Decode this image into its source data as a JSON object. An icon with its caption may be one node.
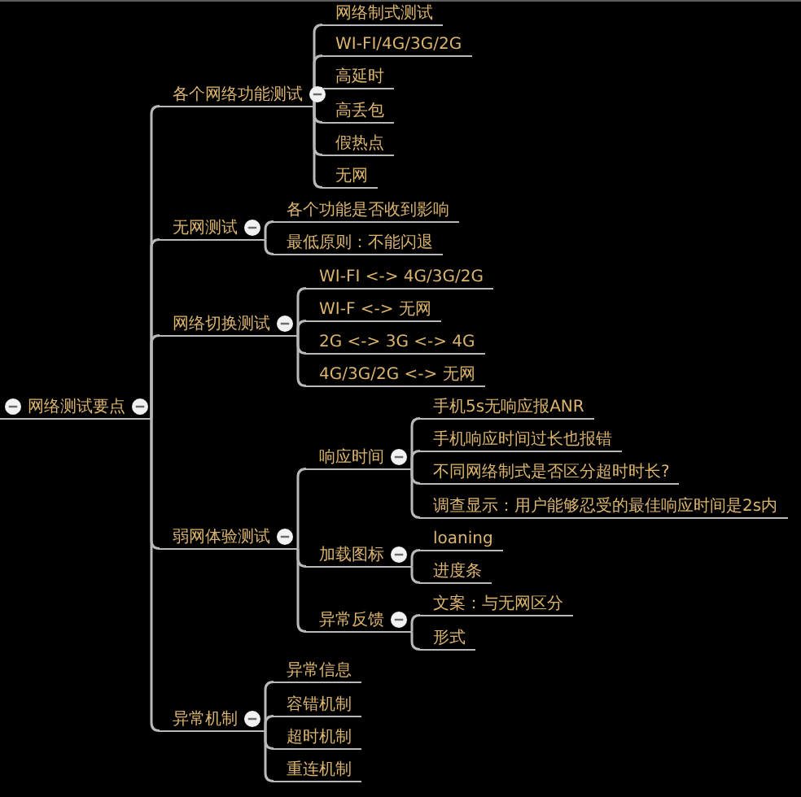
{
  "diagram": {
    "nodes": [
      {
        "text": [
          "网络测试要点"
        ]
      },
      {
        "text": [
          "各个网络功能测试"
        ]
      },
      {
        "text": [
          "网络制式测试"
        ]
      },
      {
        "text": [
          "WI-FI/4G/3G/2G"
        ]
      },
      {
        "text": [
          "高延时"
        ]
      },
      {
        "text": [
          "高丢包"
        ]
      },
      {
        "text": [
          "假热点"
        ]
      },
      {
        "text": [
          "无网"
        ]
      },
      {
        "text": [
          "无网测试"
        ]
      },
      {
        "text": [
          "各个功能是否收到影响"
        ]
      },
      {
        "text": [
          "最低原则：不能闪退"
        ]
      },
      {
        "text": [
          "网络切换测试"
        ]
      },
      {
        "text": [
          "WI-FI <-> 4G/3G/2G"
        ]
      },
      {
        "text": [
          "WI-F <-> 无网"
        ]
      },
      {
        "text": [
          "2G <-> 3G <-> 4G"
        ]
      },
      {
        "text": [
          "4G/3G/2G <-> 无网"
        ]
      },
      {
        "text": [
          "弱网体验测试"
        ]
      },
      {
        "text": [
          "响应时间"
        ]
      },
      {
        "text": [
          "手机5s无响应报ANR"
        ]
      },
      {
        "text": [
          "手机响应时间过长也报错"
        ]
      },
      {
        "text": [
          "不同网络制式是否区分超时时长?"
        ]
      },
      {
        "text": [
          "调查显示：用户能够忍受的最佳响应时间是2s内"
        ]
      },
      {
        "text": [
          "加载图标"
        ]
      },
      {
        "text": [
          "loaning"
        ]
      },
      {
        "text": [
          "进度条"
        ]
      },
      {
        "text": [
          "异常反馈"
        ]
      },
      {
        "text": [
          "文案：与无网区分"
        ]
      },
      {
        "text": [
          "形式"
        ]
      },
      {
        "text": [
          "异常机制"
        ]
      },
      {
        "text": [
          "异常信息"
        ]
      },
      {
        "text": [
          "容错机制"
        ]
      },
      {
        "text": [
          "超时机制"
        ]
      },
      {
        "text": [
          "重连机制"
        ]
      }
    ],
    "edges": [
      {
        "from": 0,
        "to": 1,
        "arrow": "none"
      },
      {
        "from": 1,
        "to": 2,
        "arrow": "none"
      },
      {
        "from": 1,
        "to": 3,
        "arrow": "none"
      },
      {
        "from": 1,
        "to": 4,
        "arrow": "none"
      },
      {
        "from": 1,
        "to": 5,
        "arrow": "none"
      },
      {
        "from": 1,
        "to": 6,
        "arrow": "none"
      },
      {
        "from": 1,
        "to": 7,
        "arrow": "none"
      },
      {
        "from": 0,
        "to": 8,
        "arrow": "none"
      },
      {
        "from": 8,
        "to": 9,
        "arrow": "none"
      },
      {
        "from": 8,
        "to": 10,
        "arrow": "none"
      },
      {
        "from": 0,
        "to": 11,
        "arrow": "none"
      },
      {
        "from": 11,
        "to": 12,
        "arrow": "none"
      },
      {
        "from": 11,
        "to": 13,
        "arrow": "none"
      },
      {
        "from": 11,
        "to": 14,
        "arrow": "none"
      },
      {
        "from": 11,
        "to": 15,
        "arrow": "none"
      },
      {
        "from": 0,
        "to": 16,
        "arrow": "none"
      },
      {
        "from": 16,
        "to": 17,
        "arrow": "none"
      },
      {
        "from": 17,
        "to": 18,
        "arrow": "none"
      },
      {
        "from": 17,
        "to": 19,
        "arrow": "none"
      },
      {
        "from": 17,
        "to": 20,
        "arrow": "none"
      },
      {
        "from": 17,
        "to": 21,
        "arrow": "none"
      },
      {
        "from": 16,
        "to": 22,
        "arrow": "none"
      },
      {
        "from": 22,
        "to": 23,
        "arrow": "none"
      },
      {
        "from": 22,
        "to": 24,
        "arrow": "none"
      },
      {
        "from": 16,
        "to": 25,
        "arrow": "none"
      },
      {
        "from": 25,
        "to": 26,
        "arrow": "none"
      },
      {
        "from": 25,
        "to": 27,
        "arrow": "none"
      },
      {
        "from": 0,
        "to": 28,
        "arrow": "none"
      },
      {
        "from": 28,
        "to": 29,
        "arrow": "none"
      },
      {
        "from": 28,
        "to": 30,
        "arrow": "none"
      },
      {
        "from": 28,
        "to": 31,
        "arrow": "none"
      },
      {
        "from": 28,
        "to": 32,
        "arrow": "none"
      }
    ]
  }
}
